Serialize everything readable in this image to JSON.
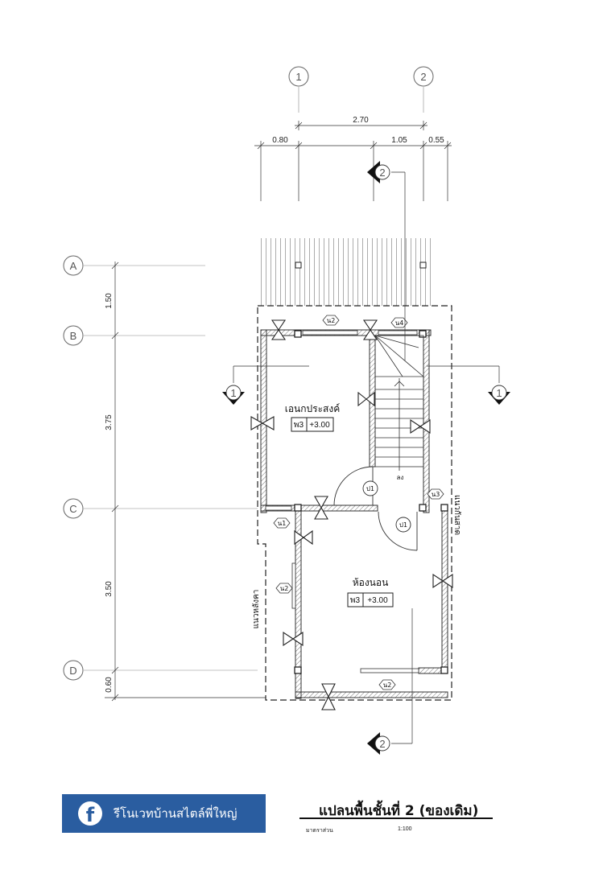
{
  "grid": {
    "cols": [
      "1",
      "2"
    ],
    "rows": [
      "A",
      "B",
      "C",
      "D"
    ]
  },
  "dims": {
    "top_total": "2.70",
    "top_left": "0.80",
    "top_mid": "1.05",
    "top_right": "0.55",
    "left_ab": "1.50",
    "left_bc": "3.75",
    "left_cd": "3.50",
    "left_end": "0.60"
  },
  "sections": {
    "ref_1": "1",
    "ref_2": "2"
  },
  "rooms": {
    "multipurpose": "เอนกประสงค์",
    "bedroom": "ห้องนอน"
  },
  "levels": {
    "code": "พ3",
    "value": "+3.00"
  },
  "tags": {
    "door": "ป1",
    "win1": "น1",
    "win2": "น2",
    "win3": "น3",
    "win4": "น4"
  },
  "notes": {
    "stair_down": "ลง",
    "back_boundary": "แนวหลังคา",
    "side_boundary": "แนวกันสาด"
  },
  "banner": {
    "icon": "facebook-icon",
    "text": "รีโนเวทบ้านสไตล์พี่ใหญ่",
    "color": "#2a5da0"
  },
  "sheet": {
    "title": "แปลนพื้นชั้นที่ 2  (ของเดิม)",
    "scale_label": "มาตราส่วน",
    "scale_value": "1:100"
  }
}
